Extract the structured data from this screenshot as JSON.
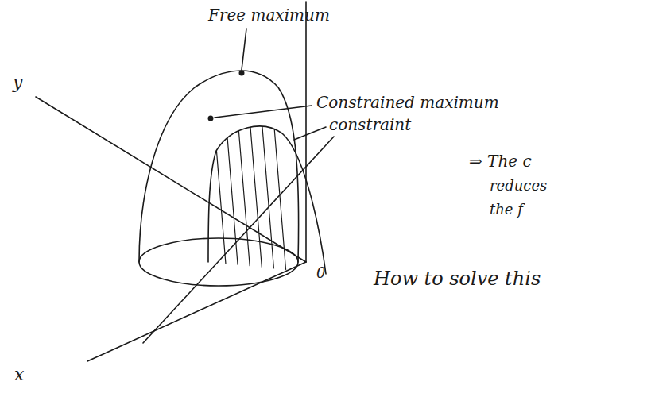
{
  "diagram": {
    "labels": [
      "Free maximum",
      "y",
      "Constrained maximum",
      "constraint",
      "⇒ The c",
      "reduces",
      "the f",
      "0",
      "x",
      "How to solve this"
    ]
  }
}
